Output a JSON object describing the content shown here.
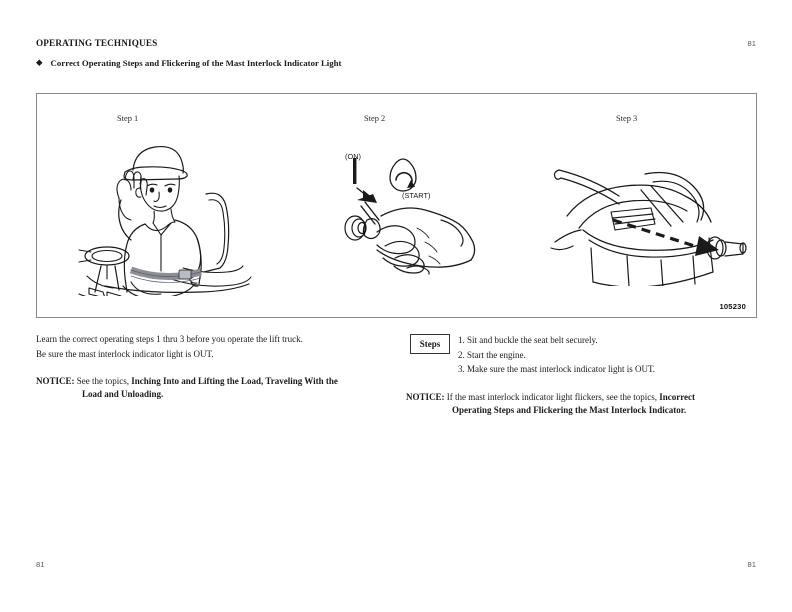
{
  "header": {
    "title": "OPERATING TECHNIQUES",
    "page_number": "81"
  },
  "section": {
    "bullet": "◆",
    "heading": "Correct Operating Steps and Flickering of the Mast Interlock Indicator Light"
  },
  "figure": {
    "step_labels": [
      "Step 1",
      "Step 2",
      "Step 3"
    ],
    "switch_labels": {
      "on": "(ON)",
      "start": "(START)"
    },
    "figure_number": "105230",
    "illustrations": [
      {
        "name": "operator-seated-with-seat-belt",
        "description": "Operator wearing hard hat seated in lift truck with seat belt fastened, one hand raised, steering wheel at left"
      },
      {
        "name": "hand-turning-ignition-key",
        "description": "Hand turning ignition key switch from ON to START position with rotation arrow"
      },
      {
        "name": "dash-panel-indicator-light",
        "description": "Dash panel and instrument cluster with dashed arrow pointing at the mast interlock indicator light"
      }
    ]
  },
  "intro": {
    "line1": "Learn the correct operating steps 1 thru 3 before you operate the lift truck.",
    "line2": "Be sure the mast interlock indicator light is OUT."
  },
  "notice_left": {
    "lead": "NOTICE:",
    "text": "See the topics,",
    "bold_topics": "Inching Into and Lifting the Load, Traveling With the",
    "continuation": "Load and Unloading."
  },
  "notice_right": {
    "lead": "NOTICE:",
    "text": "If the mast interlock indicator light flickers, see the topics,",
    "bold_topics": "Incorrect",
    "continuation": "Operating Steps and Flickering the Mast Interlock Indicator."
  },
  "steps_panel": {
    "box_label": "Steps",
    "items": [
      "1. Sit and buckle the seat belt securely.",
      "2. Start the engine.",
      "3. Make sure the mast interlock indicator light is OUT."
    ]
  },
  "footer": {
    "left_page_number": "81",
    "right_page_number": "81"
  },
  "colors": {
    "text": "#1a1a1a",
    "box_border": "#8a8a8a",
    "seat_belt_gray": "#8c8f96",
    "line_art": "#1a1a1a"
  }
}
